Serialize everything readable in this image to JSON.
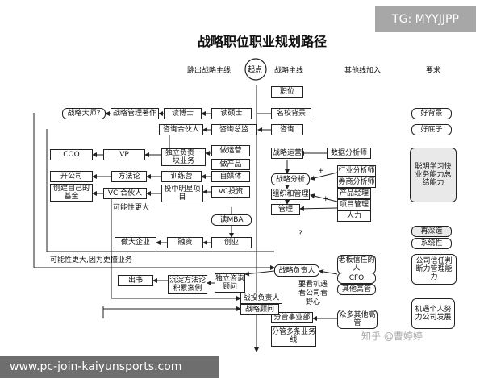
{
  "watermark_tag": "TG: MYYJJPP",
  "title": "战略职位职业规划路径",
  "headers": {
    "jump": "跳出战略主线",
    "main": "战略主线",
    "other": "其他线加入",
    "req": "要求"
  },
  "start": "起点",
  "nodes": {
    "zhiwei": "职位",
    "mingxiao": "名校背景",
    "zixun": "咨询",
    "zhanlue_yunying": "战略运营",
    "zhanlue_fenxi": "战略分析",
    "zuzhi_guanli": "组织和管理",
    "guanli": "管理",
    "shuoshi": "读硕士",
    "boshi": "读博士",
    "guanli_zhuzuo": "战略管理著作",
    "dashi": "战略大师?",
    "zixun_zongjian": "咨询总监",
    "zixun_hehuoren": "咨询合伙人",
    "zuo_yunying": "做运营",
    "zuo_chanpin": "做产品",
    "duli_fuze": "独立负责一块业务",
    "vp": "VP",
    "coo": "COO",
    "zimeiti": "自媒体",
    "xunlianying": "训练营",
    "fangfalun": "方法论",
    "kai_gongsi": "开公司",
    "vc_touzi": "VC投资",
    "touzhong": "投中明星项目",
    "vc_hehuoren": "VC 合伙人",
    "chuangjian_jijin": "创建自己的基金",
    "du_mba": "读MBA",
    "chuangye": "创业",
    "rongzi": "融资",
    "zuoda_qiye": "做大企业",
    "fuze_ren": "战略负责人",
    "duli_zixun": "独立咨询顾问",
    "chenxian": "沉淀方法论积累案例",
    "chushu": "出书",
    "zhantou_fuze": "战投负责人",
    "zhanlue_guwen": "战略顾问",
    "fenguan_shiyebu": "分管事业部",
    "fenguan_duotiao": "分管多条业务线",
    "shuju_fenxishi": "数据分析师",
    "hangye_fenxishi": "行业分析师",
    "quanshang_fenxishi": "券商分析师",
    "chanpin_jingli": "产品经理",
    "xiangmu_guanli": "项目管理",
    "renli": "人力",
    "laoban_xinren": "老板信任的人",
    "cfo": "CFO",
    "qita_gaoguan": "其他高管",
    "zhongduo_gaoguan": "众多其他高管",
    "req_hao_beijing": "好背景",
    "req_hao_dizi": "好底子",
    "req_congming": "聪明学习快业务能力总结能力",
    "req_zai_shenzao": "再深造",
    "req_xitongxing": "系统性",
    "req_gongsi_xinren": "公司信任判断力管理能力",
    "req_jiyu": "机遇个人努力公司发展"
  },
  "annotations": {
    "kenengxing": "可能性更大",
    "kenengxing_yewu": "可能性更大,因为更懂业务",
    "yao_kan": "要看机遇看公司看野心",
    "question": "?",
    "plus1": "+",
    "plus2": "+"
  },
  "zhihu_watermark": "知乎 @曹婷婷",
  "footer_url": "www.pc-join-kaiyunsports.com"
}
